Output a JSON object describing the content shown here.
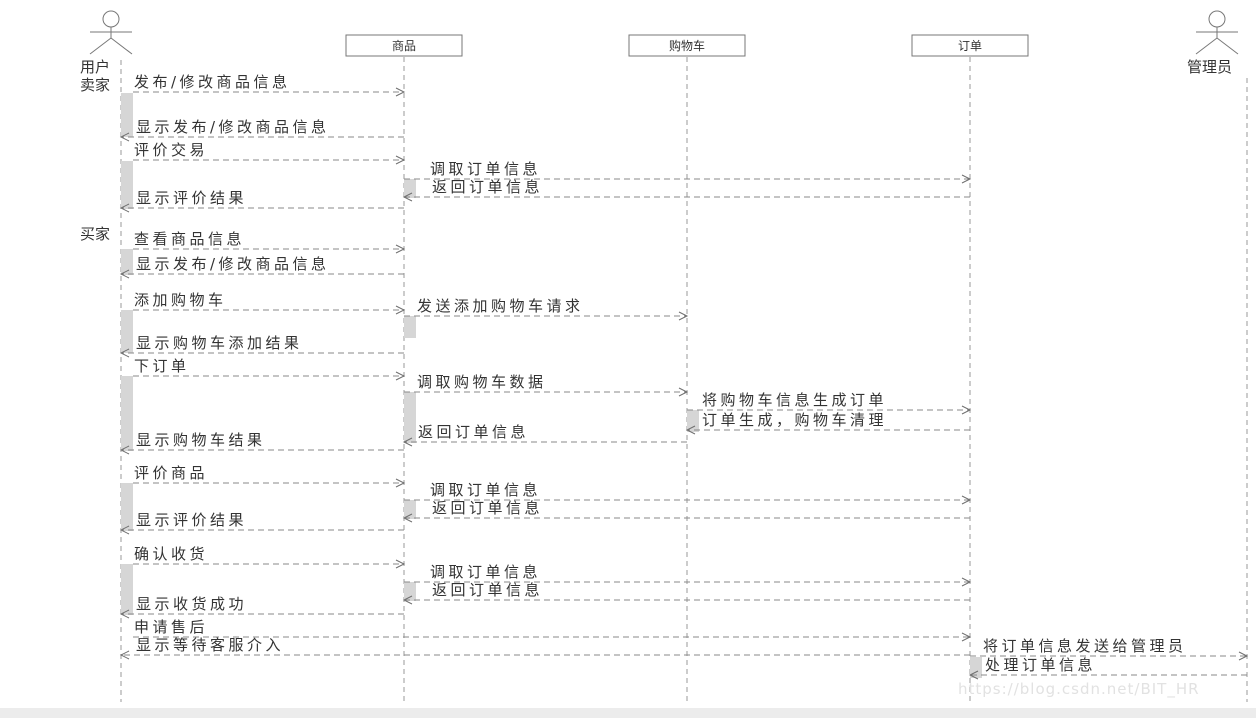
{
  "colors": {
    "line": "#8a8a8a",
    "lifeline": "#9a9a9a",
    "activation": "#d6d6d6",
    "box_border": "#777777",
    "text": "#333333"
  },
  "participants": [
    {
      "label": "用户",
      "icon": "actor-icon"
    },
    {
      "label": "商品"
    },
    {
      "label": "购物车"
    },
    {
      "label": "订单"
    },
    {
      "label": "管理员",
      "icon": "actor-icon"
    }
  ],
  "roles": [
    {
      "label": "卖家"
    },
    {
      "label": "买家"
    }
  ],
  "messages": [
    {
      "from": 0,
      "to": 1,
      "label": "发布/修改商品信息"
    },
    {
      "from": 1,
      "to": 0,
      "label": "显示发布/修改商品信息"
    },
    {
      "from": 0,
      "to": 1,
      "label": "评价交易"
    },
    {
      "from": 1,
      "to": 3,
      "label": "调取订单信息"
    },
    {
      "from": 3,
      "to": 1,
      "label": "返回订单信息"
    },
    {
      "from": 1,
      "to": 0,
      "label": "显示评价结果"
    },
    {
      "from": 0,
      "to": 1,
      "label": "查看商品信息"
    },
    {
      "from": 1,
      "to": 0,
      "label": "显示发布/修改商品信息"
    },
    {
      "from": 0,
      "to": 1,
      "label": "添加购物车"
    },
    {
      "from": 1,
      "to": 2,
      "label": "发送添加购物车请求"
    },
    {
      "from": 1,
      "to": 0,
      "label": "显示购物车添加结果"
    },
    {
      "from": 0,
      "to": 1,
      "label": "下订单"
    },
    {
      "from": 1,
      "to": 2,
      "label": "调取购物车数据"
    },
    {
      "from": 2,
      "to": 3,
      "label": "将购物车信息生成订单"
    },
    {
      "from": 3,
      "to": 2,
      "label": "订单生成，购物车清理"
    },
    {
      "from": 2,
      "to": 1,
      "label": "返回订单信息"
    },
    {
      "from": 1,
      "to": 0,
      "label": "显示购物车结果"
    },
    {
      "from": 0,
      "to": 1,
      "label": "评价商品"
    },
    {
      "from": 1,
      "to": 3,
      "label": "调取订单信息"
    },
    {
      "from": 3,
      "to": 1,
      "label": "返回订单信息"
    },
    {
      "from": 1,
      "to": 0,
      "label": "显示评价结果"
    },
    {
      "from": 0,
      "to": 1,
      "label": "确认收货"
    },
    {
      "from": 1,
      "to": 3,
      "label": "调取订单信息"
    },
    {
      "from": 3,
      "to": 1,
      "label": "返回订单信息"
    },
    {
      "from": 1,
      "to": 0,
      "label": "显示收货成功"
    },
    {
      "from": 0,
      "to": 3,
      "label": "申请售后"
    },
    {
      "from": 3,
      "to": 0,
      "label": "显示等待客服介入"
    },
    {
      "from": 3,
      "to": 4,
      "label": "将订单信息发送给管理员"
    },
    {
      "from": 4,
      "to": 3,
      "label": "处理订单信息"
    }
  ],
  "watermark": "https://blog.csdn.net/BIT_HR"
}
